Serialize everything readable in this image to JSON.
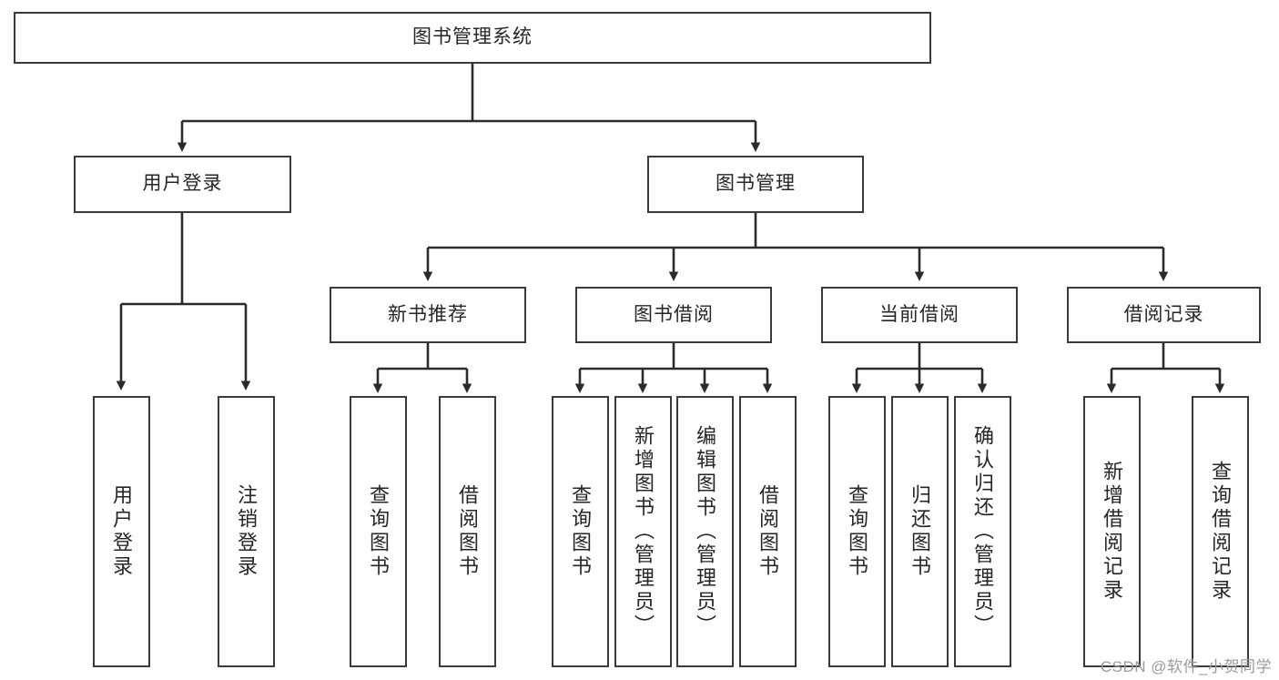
{
  "diagram": {
    "title": "图书管理系统",
    "type": "hierarchy-tree",
    "root": {
      "label": "图书管理系统"
    },
    "level2": [
      {
        "label": "用户登录"
      },
      {
        "label": "图书管理"
      }
    ],
    "level3": [
      {
        "label": "新书推荐"
      },
      {
        "label": "图书借阅"
      },
      {
        "label": "当前借阅"
      },
      {
        "label": "借阅记录"
      }
    ],
    "leaves": {
      "user_login": [
        {
          "label": "用户登录"
        },
        {
          "label": "注销登录"
        }
      ],
      "new_book_recommend": [
        {
          "label": "查询图书"
        },
        {
          "label": "借阅图书"
        }
      ],
      "book_borrow": [
        {
          "label": "查询图书"
        },
        {
          "label": "新增图书（管理员）"
        },
        {
          "label": "编辑图书（管理员）"
        },
        {
          "label": "借阅图书"
        }
      ],
      "current_borrow": [
        {
          "label": "查询图书"
        },
        {
          "label": "归还图书"
        },
        {
          "label": "确认归还（管理员）"
        }
      ],
      "borrow_records": [
        {
          "label": "新增借阅记录"
        },
        {
          "label": "查询借阅记录"
        }
      ]
    },
    "colors": {
      "box_border": "#3a3a3a",
      "box_fill": "#ffffff",
      "connector": "#2b2b2b",
      "text": "#262626",
      "watermark": "#9b9b9b"
    }
  },
  "watermark": {
    "text": "CSDN @软件_小贺同学"
  }
}
